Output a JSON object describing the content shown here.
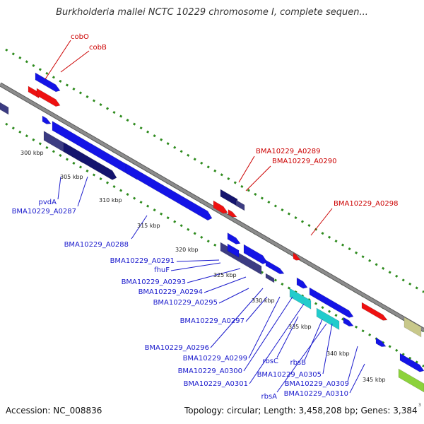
{
  "title": "Burkholderia mallei NCTC 10229 chromosome I, complete sequen...",
  "accession": "Accession: NC_008836",
  "topology": "Topology: circular; Length: 3,458,208 bp; Genes: 3,384",
  "edge_mark": "3",
  "colors": {
    "backbone": "#8c8c8c",
    "tick_dots": "#2e8b1e",
    "forward_label": "#cc0000",
    "reverse_label": "#1a1acc",
    "gene_blue": "#1414e6",
    "gene_navy": "#14146e",
    "gene_slate": "#3c3c82",
    "gene_red": "#ee1111",
    "gene_cyan": "#22cccc",
    "gene_khaki": "#c8c88a",
    "gene_green": "#8cd23c"
  },
  "scale_labels": [
    "300 kbp",
    "305 kbp",
    "310 kbp",
    "315 kbp",
    "320 kbp",
    "325 kbp",
    "330 kbp",
    "335 kbp",
    "340 kbp",
    "345 kbp"
  ],
  "forward_gene_labels": [
    "cobO",
    "cobB",
    "BMA10229_A0289",
    "BMA10229_A0290",
    "BMA10229_A0298"
  ],
  "reverse_gene_labels": [
    "pvdA",
    "BMA10229_A0287",
    "BMA10229_A0288",
    "BMA10229_A0291",
    "fhuF",
    "BMA10229_A0293",
    "BMA10229_A0294",
    "BMA10229_A0295",
    "BMA10229_A0297",
    "BMA10229_A0296",
    "BMA10229_A0299",
    "BMA10229_A0300",
    "rbsC",
    "BMA10229_A0301",
    "rbsB",
    "BMA10229_A0305",
    "rbsA",
    "BMA10229_A0309",
    "BMA10229_A0310"
  ]
}
